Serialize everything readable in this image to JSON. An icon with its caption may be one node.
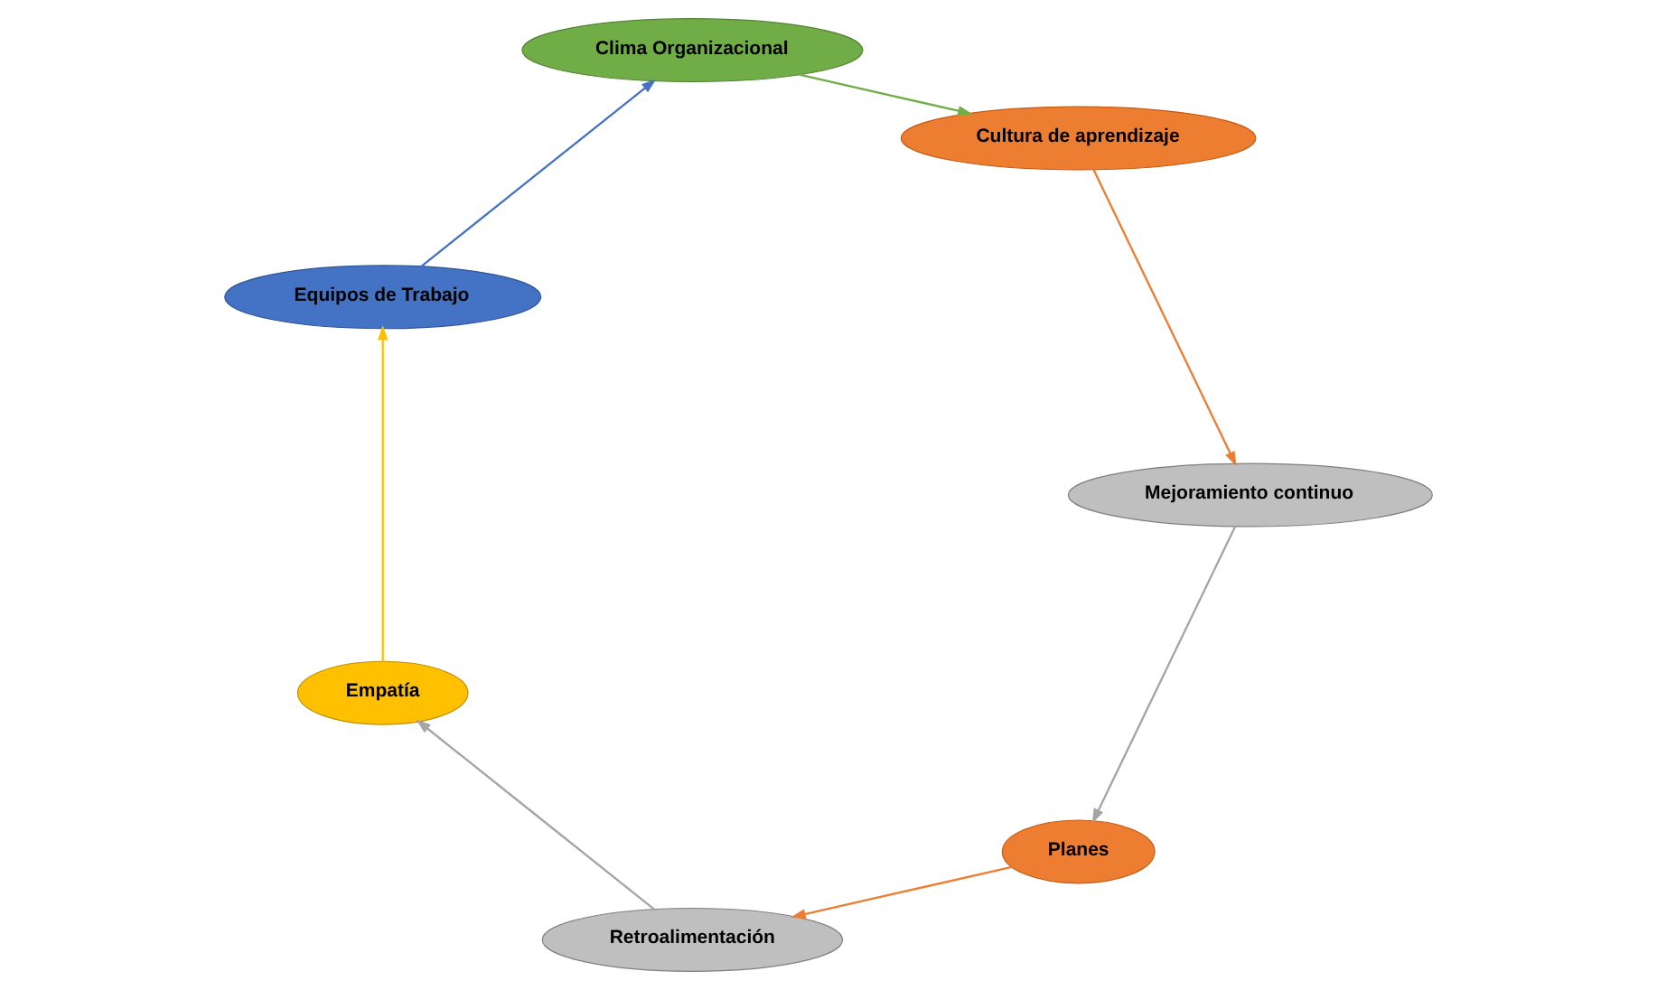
{
  "diagram": {
    "nodes": [
      {
        "text": [
          "Planes"
        ]
      },
      {
        "text": [
          "Retroalimentación"
        ]
      },
      {
        "text": [
          "Empatía"
        ]
      },
      {
        "text": [
          "Equipos de Trabajo"
        ]
      },
      {
        "text": [
          "Clima Organizacional"
        ]
      },
      {
        "text": [
          "Cultura de aprendizaje"
        ]
      },
      {
        "text": [
          "Mejoramiento continuo"
        ]
      }
    ],
    "edges": [
      {
        "from": 0,
        "to": 1,
        "arrow": "to",
        "color": "#ed7d31"
      },
      {
        "from": 1,
        "to": 2,
        "arrow": "to",
        "color": "#a5a5a5"
      },
      {
        "from": 2,
        "to": 3,
        "arrow": "to",
        "color": "#ffc000"
      },
      {
        "from": 3,
        "to": 4,
        "arrow": "to",
        "color": "#4472c4"
      },
      {
        "from": 4,
        "to": 5,
        "arrow": "to",
        "color": "#70ad47"
      },
      {
        "from": 5,
        "to": 6,
        "arrow": "to",
        "color": "#ed7d31"
      },
      {
        "from": 6,
        "to": 0,
        "arrow": "to",
        "color": "#a5a5a5"
      }
    ]
  }
}
